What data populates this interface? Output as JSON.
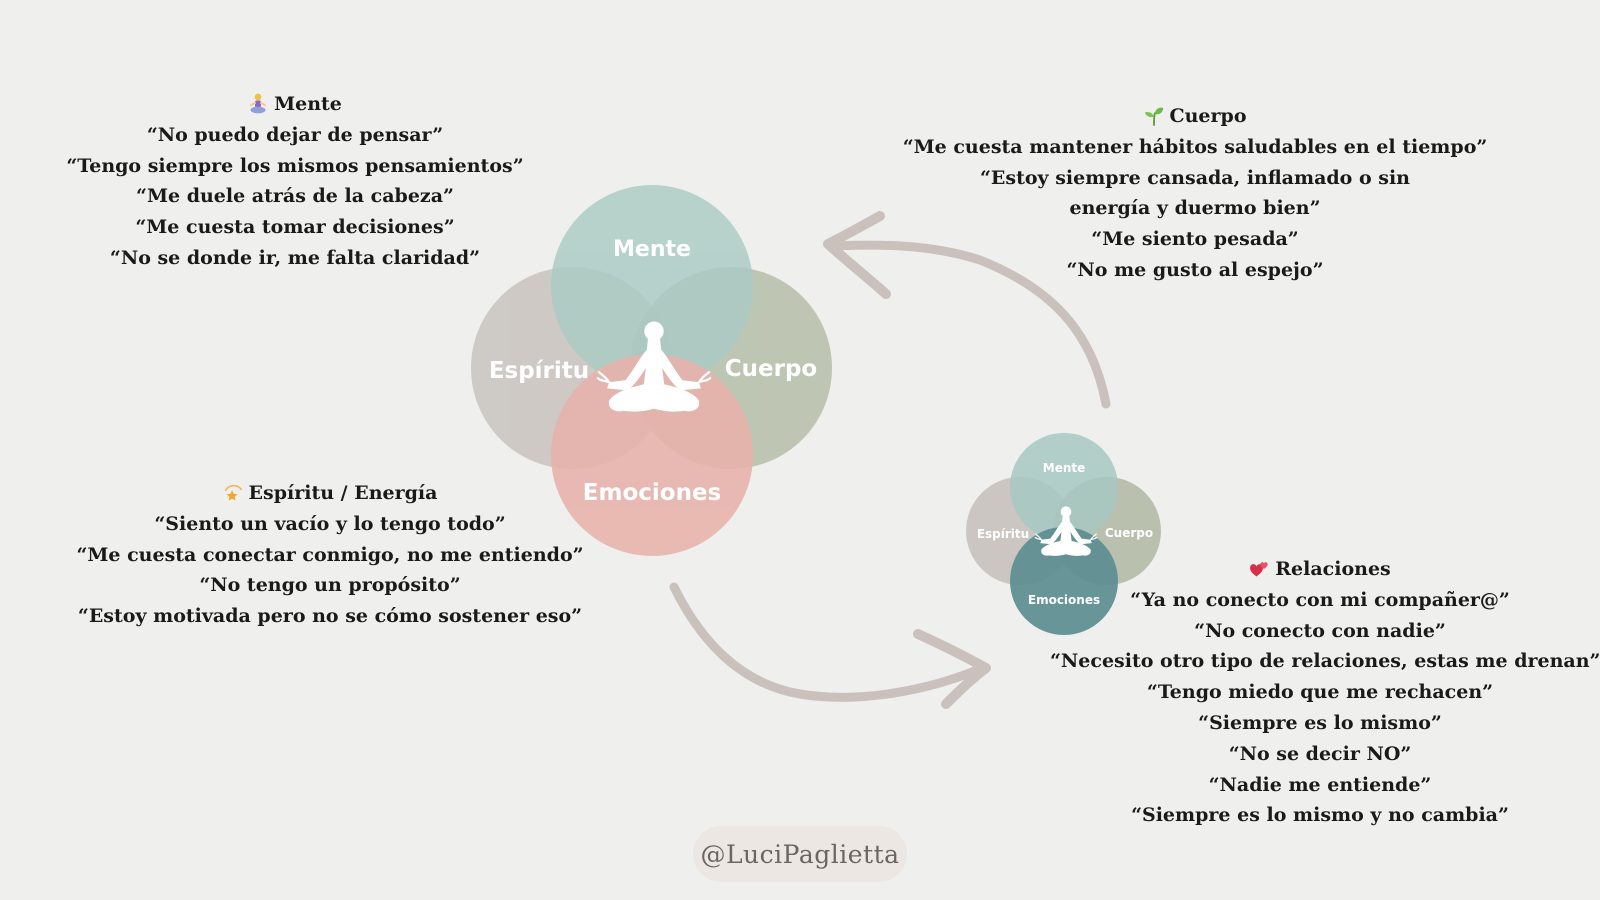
{
  "colors": {
    "background": "#efefee",
    "mente": "#a6c8c2",
    "espiritu": "#c6c1bc",
    "cuerpo": "#afb8a2",
    "emociones": "#e7aea6",
    "emociones_small": "#5f8f92",
    "arrow": "#cac1bd",
    "text": "#1a1a1a"
  },
  "mente": {
    "icon": "person-in-lotus-position-emoji",
    "title": "Mente",
    "lines": [
      "“No puedo dejar de pensar”",
      "“Tengo siempre los mismos pensamientos”",
      "“Me duele atrás de la cabeza”",
      "“Me cuesta tomar decisiones”",
      "“No se donde ir, me falta claridad”"
    ]
  },
  "espiritu": {
    "icon": "dizzy-star-emoji",
    "title": "Espíritu / Energía",
    "lines": [
      "“Siento un vacío y lo tengo todo”",
      "“Me cuesta conectar conmigo, no me entiendo”",
      "“No tengo un propósito”",
      "“Estoy motivada pero no se cómo sostener eso”"
    ]
  },
  "cuerpo": {
    "icon": "seedling-emoji",
    "title": "Cuerpo",
    "lines": [
      "“Me cuesta mantener hábitos saludables en el tiempo”",
      "“Estoy siempre cansada, inflamado o sin energía y duermo bien”",
      "“Me siento pesada”",
      "“No me gusto al espejo”"
    ]
  },
  "relaciones": {
    "icon": "two-hearts-emoji",
    "title": "Relaciones",
    "lines": [
      "“Ya no conecto con mi compañer@”",
      "“No conecto con nadie”",
      "“Necesito otro tipo de relaciones, estas me drenan”",
      "“Tengo miedo que me rechacen”",
      "“Siempre es lo mismo”",
      "“No se decir NO”",
      "“Nadie me entiende”",
      "“Siempre es lo mismo y no cambia”"
    ]
  },
  "big_diagram": {
    "mente": "Mente",
    "espiritu": "Espíritu",
    "cuerpo": "Cuerpo",
    "emociones": "Emociones",
    "center_icon": "meditating-figure-icon"
  },
  "small_diagram": {
    "mente": "Mente",
    "espiritu": "Espíritu",
    "cuerpo": "Cuerpo",
    "emociones": "Emociones",
    "center_icon": "meditating-figure-icon"
  },
  "handle": "@LuciPaglietta"
}
